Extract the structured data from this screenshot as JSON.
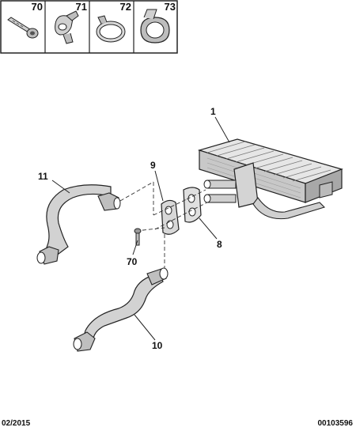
{
  "legend_cells": [
    {
      "part": "70",
      "icon": "screw-icon"
    },
    {
      "part": "71",
      "icon": "hose-clip-icon"
    },
    {
      "part": "72",
      "icon": "band-clamp-small-icon"
    },
    {
      "part": "73",
      "icon": "band-clamp-large-icon"
    }
  ],
  "callouts": {
    "heater_core": "1",
    "gasket": "8",
    "seal_plate": "9",
    "outlet_hose": "10",
    "inlet_hose": "11",
    "screw": "70"
  },
  "footer": {
    "date": "02/2015",
    "diagram_id": "00103596"
  },
  "colors": {
    "line": "#222222",
    "part_fill": "#d9d9d9",
    "part_shadow": "#8c8c8c",
    "hose_fill": "#cfcfcf"
  }
}
